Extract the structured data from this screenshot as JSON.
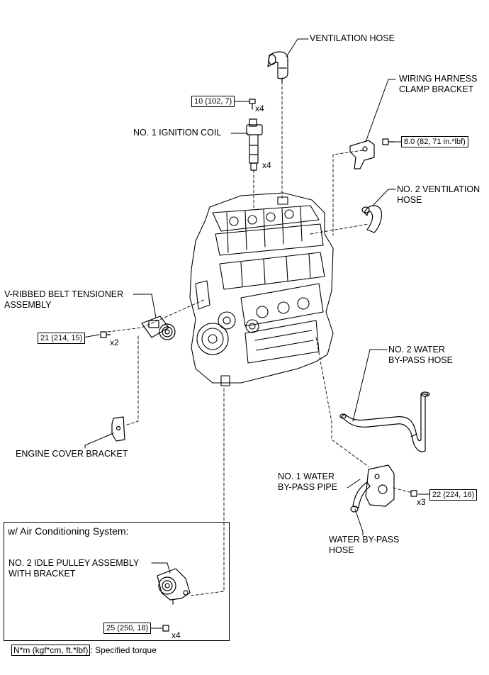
{
  "labels": {
    "ventilation_hose": "VENTILATION HOSE",
    "wiring_harness_1": "WIRING HARNESS",
    "wiring_harness_2": "CLAMP BRACKET",
    "ignition_coil": "NO. 1 IGNITION COIL",
    "no2_vent_1": "NO. 2 VENTILATION",
    "no2_vent_2": "HOSE",
    "tensioner_1": "V-RIBBED BELT TENSIONER",
    "tensioner_2": "ASSEMBLY",
    "no2_water_1": "NO. 2 WATER",
    "no2_water_2": "BY-PASS HOSE",
    "engine_cover_bracket": "ENGINE COVER BRACKET",
    "no1_water_pipe_1": "NO. 1 WATER",
    "no1_water_pipe_2": "BY-PASS PIPE",
    "water_bypass_hose_1": "WATER BY-PASS",
    "water_bypass_hose_2": "HOSE",
    "idle_pulley_1": "NO. 2 IDLE PULLEY ASSEMBLY",
    "idle_pulley_2": "WITH BRACKET"
  },
  "torques": {
    "ignition_coil_bolt": "10 (102, 7)",
    "harness_bracket_bolt": "8.0 (82, 71 in.*lbf)",
    "tensioner_bolt": "21 (214, 15)",
    "water_pipe_bolt": "22 (224, 16)",
    "idle_pulley_bolt": "25 (250, 18)"
  },
  "quantities": {
    "ignition_bolt_qty": "x4",
    "ignition_coil_qty": "x4",
    "tensioner_qty": "x2",
    "water_pipe_qty": "x3",
    "idle_pulley_qty": "x4"
  },
  "inset": {
    "title": "w/ Air Conditioning System:"
  },
  "legend": {
    "unit": "N*m (kgf*cm, ft.*lbf)",
    "text": ": Specified torque"
  }
}
